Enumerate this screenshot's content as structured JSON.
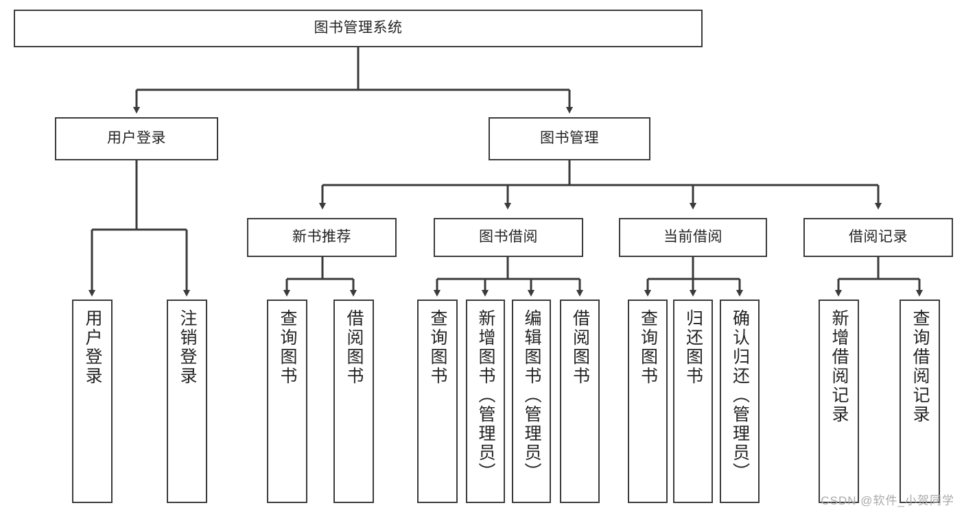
{
  "diagram": {
    "type": "tree",
    "title": "图书管理系统",
    "orientation": "top-down",
    "line_color": "#3a3a3a",
    "box_fill": "#ffffff",
    "text_color": "#232323",
    "root": {
      "label": "图书管理系统"
    },
    "level2": [
      {
        "label": "用户登录"
      },
      {
        "label": "图书管理"
      }
    ],
    "level3": [
      {
        "label": "新书推荐"
      },
      {
        "label": "图书借阅"
      },
      {
        "label": "当前借阅"
      },
      {
        "label": "借阅记录"
      }
    ],
    "leaves": {
      "user_login": [
        {
          "label": "用户登录"
        },
        {
          "label": "注销登录"
        }
      ],
      "new_book_recommend": [
        {
          "label": "查询图书"
        },
        {
          "label": "借阅图书"
        }
      ],
      "book_borrow": [
        {
          "label": "查询图书"
        },
        {
          "label": "新增图书（管理员）"
        },
        {
          "label": "编辑图书（管理员）"
        },
        {
          "label": "借阅图书"
        }
      ],
      "current_borrow": [
        {
          "label": "查询图书"
        },
        {
          "label": "归还图书"
        },
        {
          "label": "确认归还（管理员）"
        }
      ],
      "borrow_record": [
        {
          "label": "新增借阅记录"
        },
        {
          "label": "查询借阅记录"
        }
      ]
    }
  },
  "watermark": {
    "text": "CSDN @软件_小贺同学"
  }
}
